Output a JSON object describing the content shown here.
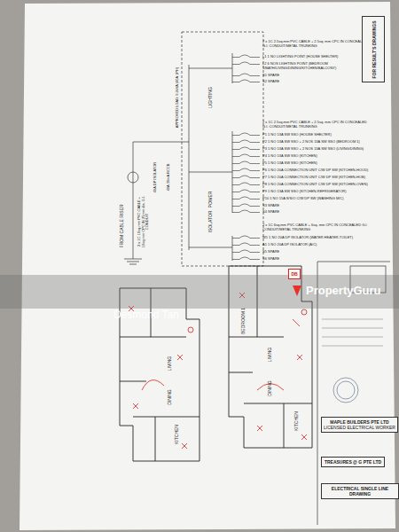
{
  "diagram": {
    "nodes": [
      {
        "text": [
          "MAPLE BUILDERS PTE LTD",
          "LICENSED ELECTRICAL WORKER"
        ]
      },
      {
        "text": [
          "TREASURES @ G PTE LTD"
        ]
      },
      {
        "text": [
          "ELECTRICAL SINGLE LINE DRAWING"
        ]
      },
      {
        "text": [
          "FOR RESULT'S DRAWINGS"
        ]
      },
      {
        "text": [
          "DB"
        ]
      }
    ],
    "labels": [
      "2 x 1C 2.5sq.mm PVC CABLE + 2.5sq. mm CPC IN CONCEALED G.I. CONDUIT/METAL TRUNKING",
      "L1 1 NO LIGHTING POINT (HOUSE SHELTER)",
      "L2 6 NOS LIGHTING POINT (BEDROOM 1/BATH/LIVING/DINING/KITCHEN/BALCONY)",
      "S1 SPARE",
      "S2 SPARE",
      "2 x 1C 2.5sq.mm PVC CABLE + 2.5sq. mm CPC IN CONCEALED G.I. CONDUIT/METAL TRUNKING",
      "P1 1 NO 13A SW SSO (HOUSE SHELTER)",
      "P2 1 NO 13A SW SSO + 2 NOS 13A SW SSO (BEDROOM 1)",
      "P3 1 NO 13A SW SSO + 2 NOS 13A SW SSO (LIVING/DINING)",
      "P4 1 NO 13A SW SSO (KITCHEN)",
      "P5 1 NO 13A SW SSO (KITCHEN)",
      "P6 1 NO 20A CONNECTION UNIT C/W DP SW (KITCHEN-HOOD)",
      "P7 1 NO 20A CONNECTION UNIT C/W DP SW (KITCHEN-HOB)",
      "P8 1 NO 20A CONNECTION UNIT C/W DP SW (KITCHEN-OVEN)",
      "P9 1 NO 13A SW SSO (KITCHEN-REFRIGERATOR)",
      "P10 1 NO 15A S/S/O C/W DP SW (WASHING M/C)",
      "S3 SPARE",
      "S4 SPARE",
      "2 x 1C 6sq.mm PVC CABLE + 6sq. mm CPC IN CONCEALED G.I. CONDUIT/METAL TRUNKING",
      "W1 1 NO 20A DP ISOLATOR (WATER HEATER-TOILET)",
      "A1 1 NO 20A DP ISOLATOR (A/C)",
      "S5 SPARE",
      "S6 SPARE",
      "APPROVED LOAD: 9.2kVA (40A 1PH)",
      "40A DP ISOLATOR",
      "40A 30mA RCCB",
      "FROM CABLE RISER",
      "2 x 1C 10sq.mm PVC CABLE + 10sq.mm CPC IN 25mm dia. G.I. CONDUIT",
      "LIGHTING",
      "POWER",
      "ISOLATOR",
      "LIVING",
      "DINING",
      "KITCHEN",
      "BEDROOM 1",
      "LIVING",
      "DINING",
      "KITCHEN",
      "Desmond Tan",
      "PropertyGuru"
    ]
  }
}
